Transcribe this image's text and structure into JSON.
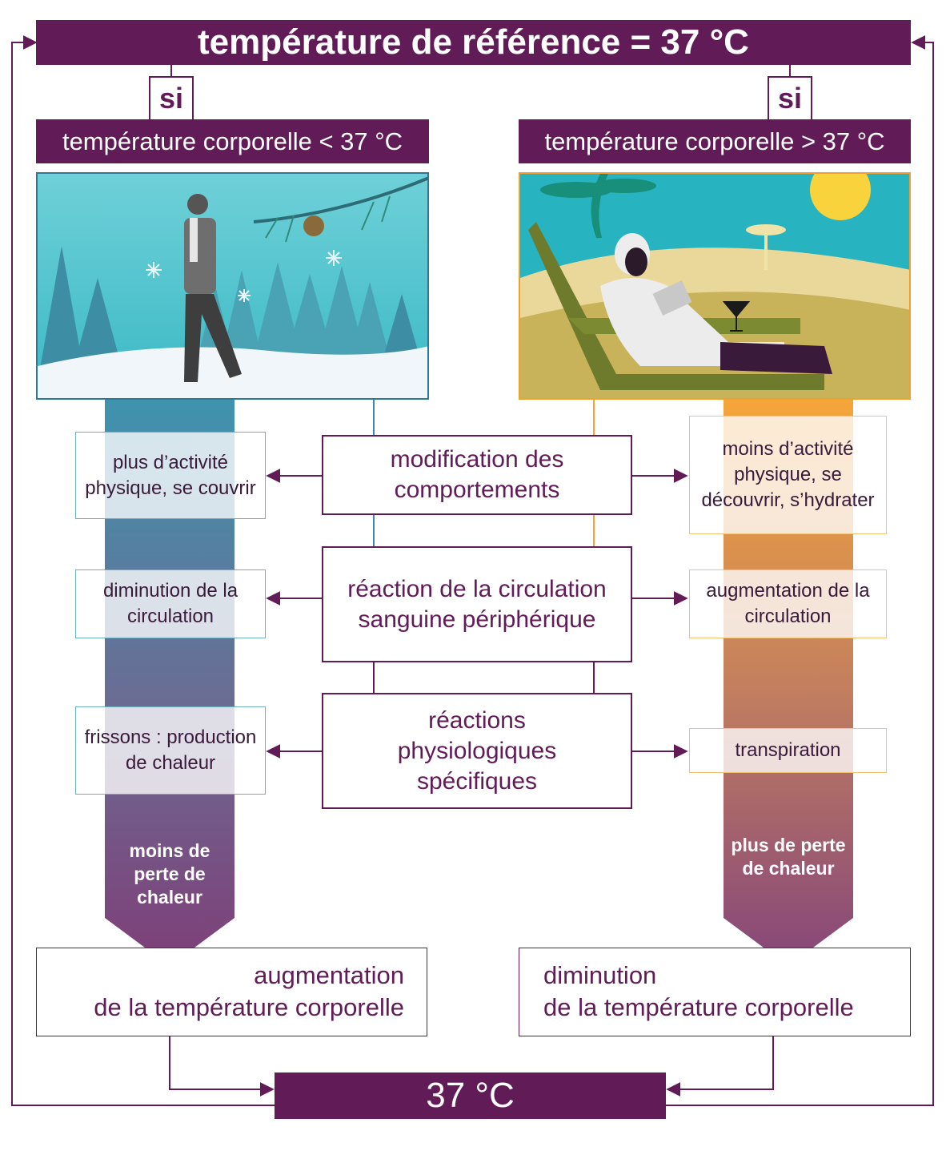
{
  "header": {
    "title": "température de référence = 37 °C"
  },
  "si_label": "si",
  "left": {
    "condition": "température corporelle < 37 °C",
    "responses": [
      "plus d’activité physique, se couvrir",
      "diminution de la circulation",
      "frissons : production de chaleur"
    ],
    "arrow_label": "moins de perte de chaleur",
    "result": [
      "augmentation",
      "de la température corporelle"
    ]
  },
  "right": {
    "condition": "température corporelle > 37 °C",
    "responses": [
      "moins d’activité physique, se découvrir, s’hydrater",
      "augmentation de la circulation",
      "transpiration"
    ],
    "arrow_label": "plus de perte de chaleur",
    "result": [
      "diminution",
      "de la température corporelle"
    ]
  },
  "center": [
    "modification des comportements",
    "réaction de la circulation sanguine périphérique",
    "réactions physiologiques spécifiques"
  ],
  "footer": {
    "value": "37 °C"
  },
  "colors": {
    "purple": "#611c58",
    "cold": "#3b93ad",
    "warm": "#f3a33c"
  },
  "icons": {
    "winter_scene": "man-walking-in-snow-illustration",
    "summer_scene": "woman-reading-on-beach-chair-illustration"
  }
}
